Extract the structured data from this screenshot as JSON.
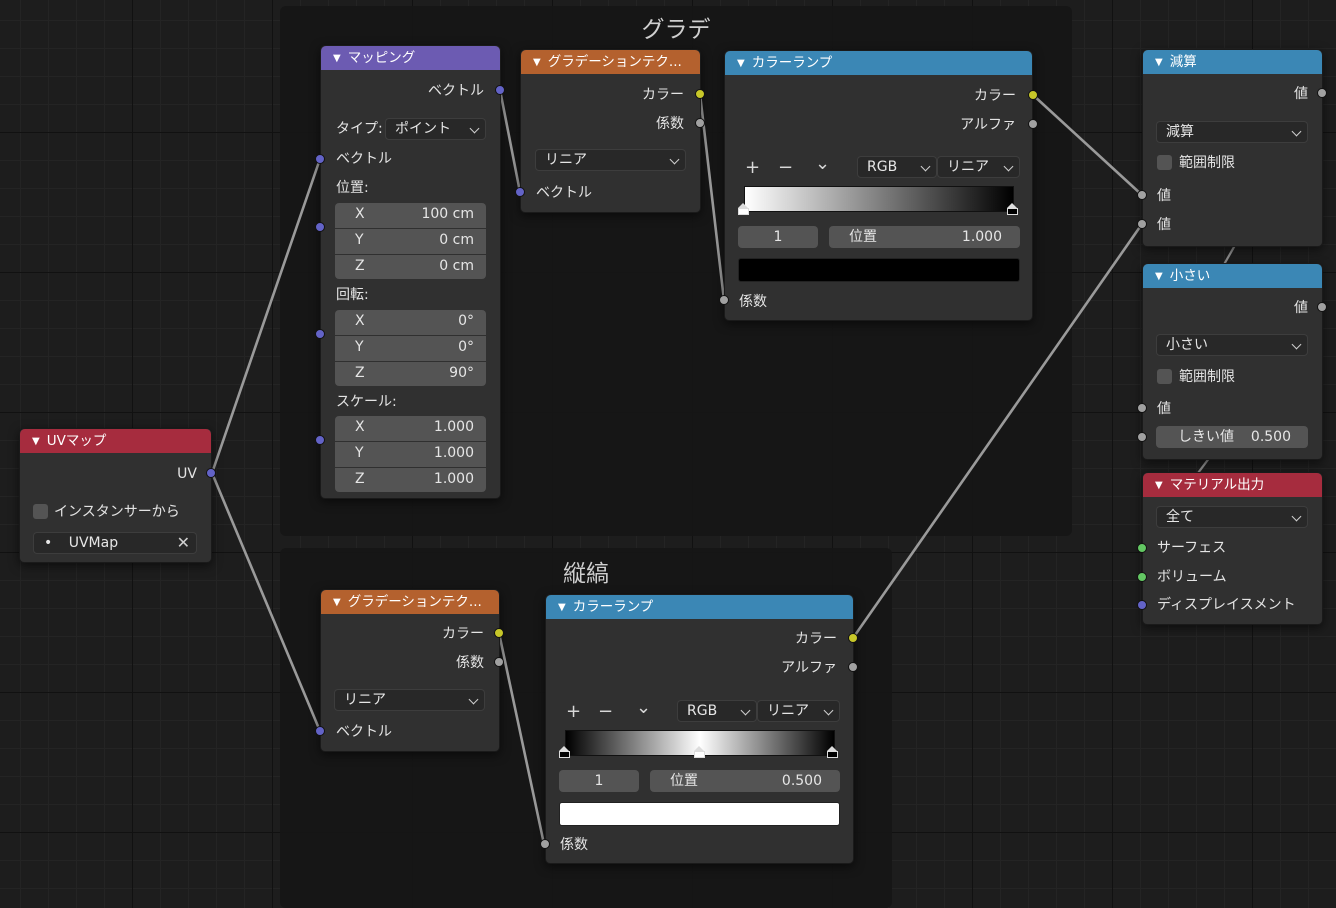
{
  "frames": {
    "gradient": "グラデ",
    "stripes": "縦縞"
  },
  "colors": {
    "purple": "#6c5bb2",
    "orange": "#b4612e",
    "blue": "#3b87b5",
    "red": "#a62c3e"
  },
  "mapping": {
    "title": "マッピング",
    "out_vector": "ベクトル",
    "type_label": "タイプ:",
    "type_value": "ポイント",
    "in_vector": "ベクトル",
    "location_label": "位置:",
    "location": [
      {
        "axis": "X",
        "value": "100 cm"
      },
      {
        "axis": "Y",
        "value": "0 cm"
      },
      {
        "axis": "Z",
        "value": "0 cm"
      }
    ],
    "rotation_label": "回転:",
    "rotation": [
      {
        "axis": "X",
        "value": "0°"
      },
      {
        "axis": "Y",
        "value": "0°"
      },
      {
        "axis": "Z",
        "value": "90°"
      }
    ],
    "scale_label": "スケール:",
    "scale": [
      {
        "axis": "X",
        "value": "1.000"
      },
      {
        "axis": "Y",
        "value": "1.000"
      },
      {
        "axis": "Z",
        "value": "1.000"
      }
    ]
  },
  "gradtex1": {
    "title": "グラデーションテク...",
    "out_color": "カラー",
    "out_fac": "係数",
    "type": "リニア",
    "in_vector": "ベクトル"
  },
  "ramp1": {
    "title": "カラーランプ",
    "out_color": "カラー",
    "out_alpha": "アルファ",
    "plus": "+",
    "minus": "−",
    "menu": "⌄",
    "mode": "RGB",
    "interp": "リニア",
    "index": "1",
    "pos_label": "位置",
    "pos_value": "1.000",
    "swatch": "#000000",
    "in_fac": "係数"
  },
  "gradtex2": {
    "title": "グラデーションテク...",
    "out_color": "カラー",
    "out_fac": "係数",
    "type": "リニア",
    "in_vector": "ベクトル"
  },
  "ramp2": {
    "title": "カラーランプ",
    "out_color": "カラー",
    "out_alpha": "アルファ",
    "plus": "+",
    "minus": "−",
    "menu": "⌄",
    "mode": "RGB",
    "interp": "リニア",
    "index": "1",
    "pos_label": "位置",
    "pos_value": "0.500",
    "swatch": "#ffffff",
    "in_fac": "係数"
  },
  "uvmap": {
    "title": "UVマップ",
    "out_uv": "UV",
    "from_instancer": "インスタンサーから",
    "uv_name": "UVMap",
    "bullet": "•",
    "clear": "✕"
  },
  "subtract": {
    "title": "減算",
    "out_value": "値",
    "operation": "減算",
    "clamp": "範囲制限",
    "in_value1": "値",
    "in_value2": "値"
  },
  "lessthan": {
    "title": "小さい",
    "out_value": "値",
    "operation": "小さい",
    "clamp": "範囲制限",
    "in_value": "値",
    "threshold_label": "しきい値",
    "threshold_value": "0.500"
  },
  "output": {
    "title": "マテリアル出力",
    "target": "全て",
    "surface": "サーフェス",
    "volume": "ボリューム",
    "displacement": "ディスプレイスメント"
  }
}
